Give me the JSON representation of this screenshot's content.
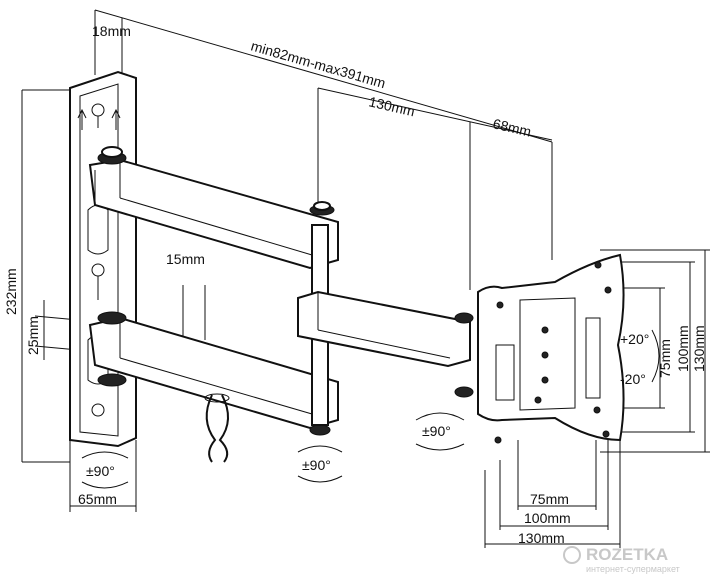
{
  "dimensions": {
    "top_offset": "18mm",
    "extension_range": "min82mm-max391mm",
    "arm_span": "130mm",
    "head_depth": "68mm",
    "total_height": "232mm",
    "arm_spacing": "25mm",
    "plate_offset": "15mm",
    "wall_plate_width": "65mm",
    "vesa_75": "75mm",
    "vesa_100": "100mm",
    "vesa_130": "130mm",
    "vesa_75_vertical": "75mm",
    "vesa_100_vertical": "100mm",
    "vesa_130_vertical": "130mm"
  },
  "rotations": {
    "wall_swivel": "±90°",
    "arm_swivel": "±90°",
    "head_swivel": "±90°",
    "tilt_up": "+20°",
    "tilt_down": "-20°"
  },
  "watermark": {
    "brand": "ROZETKA",
    "tagline": "интернет-супермаркет"
  }
}
